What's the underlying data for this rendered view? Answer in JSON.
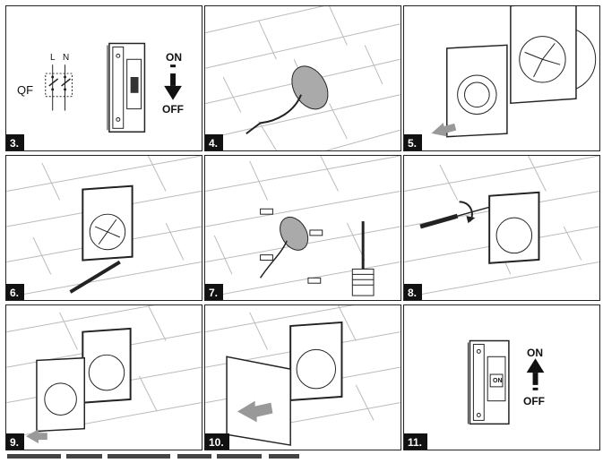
{
  "steps": [
    {
      "number": "3."
    },
    {
      "number": "4."
    },
    {
      "number": "5."
    },
    {
      "number": "6."
    },
    {
      "number": "7."
    },
    {
      "number": "8."
    },
    {
      "number": "9."
    },
    {
      "number": "10."
    },
    {
      "number": "11."
    }
  ],
  "step3": {
    "qf_label": "QF",
    "l_label": "L",
    "n_label": "N",
    "on_label": "ON",
    "off_label": "OFF"
  },
  "step11": {
    "on_label": "ON",
    "off_label": "OFF",
    "switch_label": "ON"
  },
  "colors": {
    "line": "#222222",
    "arrow_gray": "#9a9a9a",
    "badge_bg": "#111111"
  }
}
